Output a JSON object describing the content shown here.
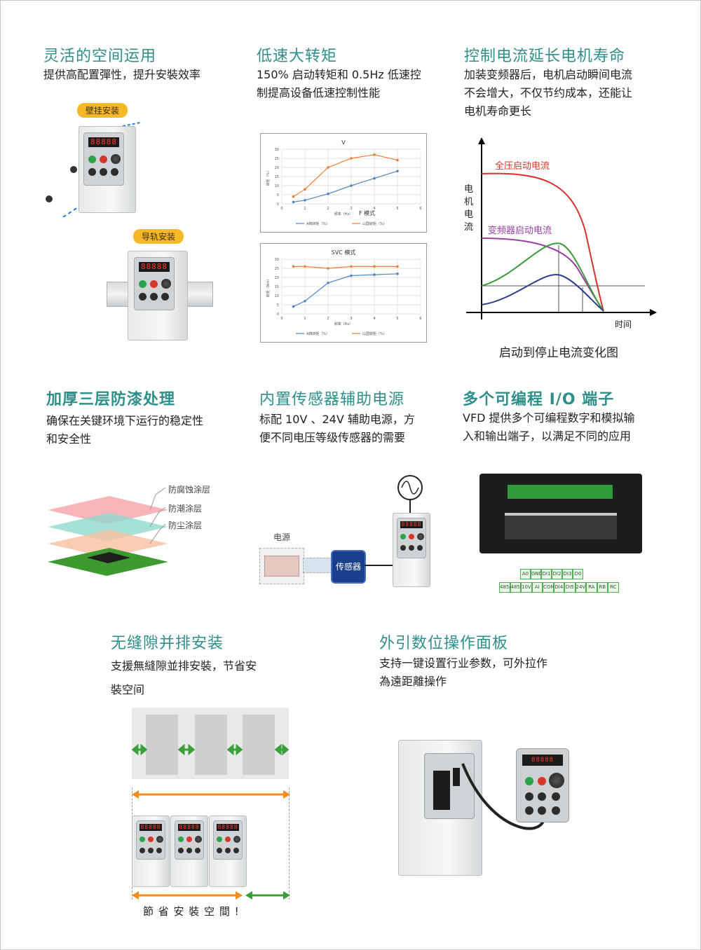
{
  "features": [
    {
      "title": "灵活的空间运用",
      "desc": [
        "提供高配置彈性，提升安裝效率"
      ]
    },
    {
      "title": "低速大转矩",
      "desc": [
        "150% 启动转矩和 0.5Hz 低速控",
        "制提高设备低速控制性能"
      ]
    },
    {
      "title": "控制电流延长电机寿命",
      "desc": [
        "加装变频器后，电机启动瞬间电流",
        "不会增大，不仅节约成本，还能让",
        "电机寿命更长"
      ]
    },
    {
      "title": "加厚三层防漆处理",
      "desc": [
        "确保在关键环境下运行的稳定性",
        "和安全性"
      ]
    },
    {
      "title": "内置传感器辅助电源",
      "desc": [
        "标配 10V 、24V 辅助电源，方",
        "便不同电压等级传感器的需要"
      ]
    },
    {
      "title": "多个可编程 I/O 端子",
      "desc": [
        "VFD 提供多个可编程数字和模拟输",
        "入和输出端子，以满足不同的应用"
      ]
    },
    {
      "title": "无缝隙并排安装",
      "desc": [
        "支援無縫隙並排安裝，节省安",
        "裝空间"
      ]
    },
    {
      "title": "外引数位操作面板",
      "desc": [
        "支持一键设置行业参数，可外拉作",
        "為遠距離操作"
      ]
    }
  ],
  "mounting": {
    "wall_tag": "壁挂安装",
    "rail_tag": "导轨安装",
    "display_value": "88888"
  },
  "chart_data": [
    {
      "type": "line",
      "title": "V",
      "xlabel": "频率（Hz）",
      "xlabel_extra": "F 模式",
      "ylabel": "转矩（%）",
      "x": [
        0.5,
        1,
        2,
        3,
        4,
        5
      ],
      "xlim": [
        0,
        6
      ],
      "ylim": [
        0,
        30
      ],
      "x_ticks": [
        "0",
        "1",
        "2",
        "3",
        "4",
        "5",
        "6"
      ],
      "y_ticks": [
        "0",
        "5",
        "10",
        "15",
        "20",
        "25",
        "30"
      ],
      "series": [
        {
          "name": "A牌转矩（%）",
          "color": "#4f86c6",
          "values": [
            1,
            2,
            5.5,
            10,
            14,
            18
          ]
        },
        {
          "name": "山国转矩（%）",
          "color": "#ed7d31",
          "values": [
            4,
            8,
            20,
            25,
            27,
            24
          ]
        }
      ]
    },
    {
      "type": "line",
      "title": "SVC 模式",
      "xlabel": "频率（Hz）",
      "ylabel": "转矩（Nm）",
      "x": [
        0.5,
        1,
        2,
        3,
        4,
        5
      ],
      "xlim": [
        0,
        6
      ],
      "ylim": [
        0,
        30
      ],
      "x_ticks": [
        "0",
        "1",
        "2",
        "3",
        "4",
        "5",
        "6"
      ],
      "y_ticks": [
        "0",
        "5",
        "10",
        "15",
        "20",
        "25",
        "30"
      ],
      "series": [
        {
          "name": "A牌转矩（%）",
          "color": "#4f86c6",
          "values": [
            4,
            7,
            17,
            21,
            21.5,
            22
          ]
        },
        {
          "name": "山国转矩（%）",
          "color": "#ed7d31",
          "values": [
            26,
            26,
            25,
            26,
            26,
            26
          ]
        }
      ]
    }
  ],
  "current_chart": {
    "ylabel_chars": [
      "电",
      "机",
      "电",
      "流"
    ],
    "xlabel": "时间",
    "label_full": "全压启动电流",
    "label_vfd": "变频器启动电流",
    "caption": "启动到停止电流变化图",
    "color_full": "#d6332b",
    "color_vfd": "#9b3fa4",
    "color_green": "#3a9a3a",
    "color_blue": "#2c3f8c"
  },
  "coating": {
    "layers": [
      "防腐蚀涂层",
      "防潮涂层",
      "防尘涂层"
    ]
  },
  "sensor": {
    "power_label": "电源",
    "sensor_label": "传感器"
  },
  "terminals": {
    "top": [
      "A0",
      "GND",
      "DI1",
      "DI2",
      "DI3",
      "D0"
    ],
    "bottom": [
      "485A",
      "485B",
      "10V",
      "AI",
      "COM",
      "DI4",
      "DI5",
      "24V",
      "RA",
      "RB",
      "RC"
    ]
  },
  "sidebyside": {
    "caption": "節 省 安 裝 空 間 !"
  }
}
